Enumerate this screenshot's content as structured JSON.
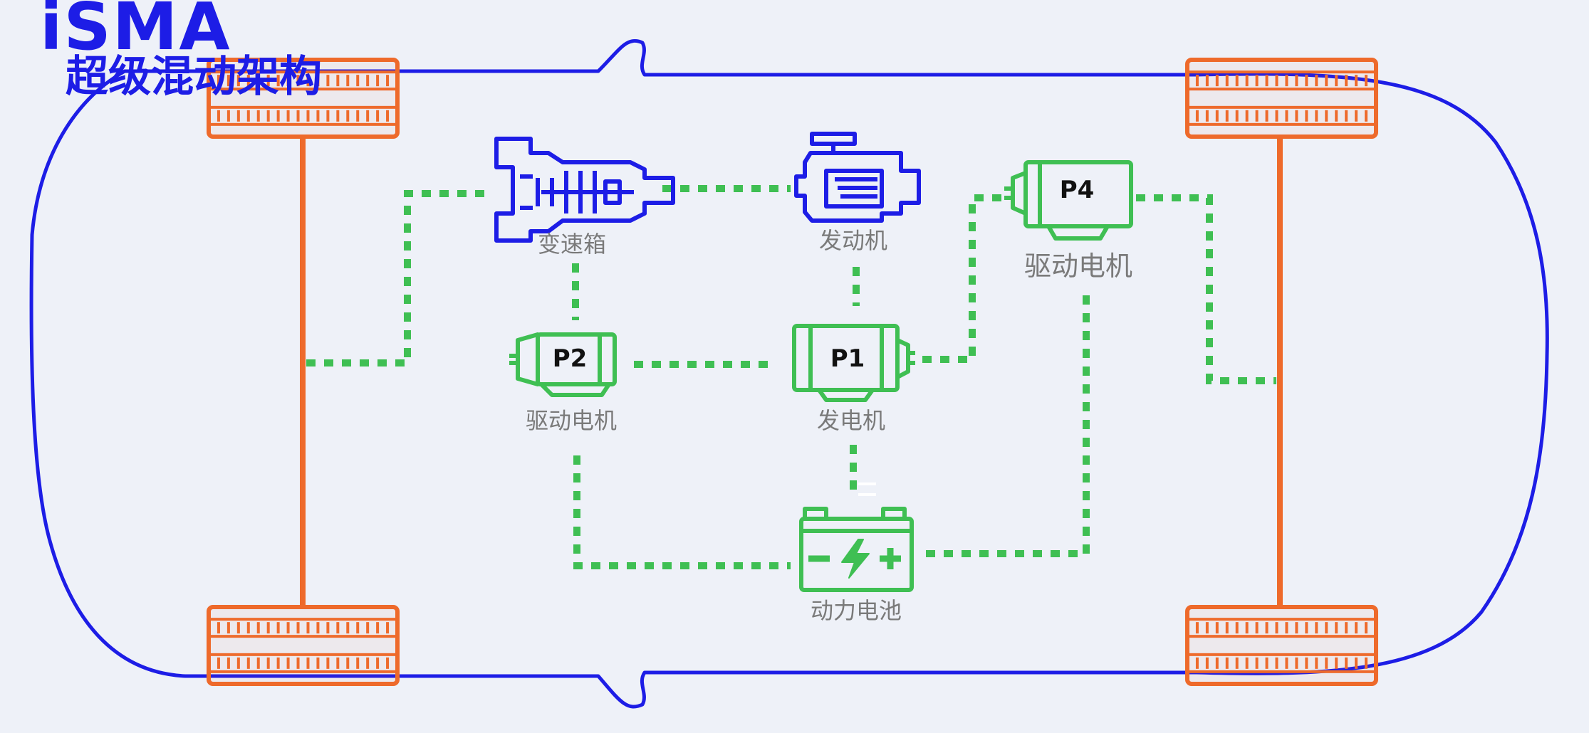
{
  "brand": {
    "title": "iSMA",
    "subtitle": "超级混动架构"
  },
  "components": {
    "gearbox": {
      "label": "变速箱"
    },
    "engine": {
      "label": "发动机"
    },
    "motor_p2": {
      "badge": "P2",
      "label": "驱动电机"
    },
    "generator_p1": {
      "badge": "P1",
      "label": "发电机"
    },
    "motor_p4": {
      "badge": "P4",
      "label": "驱动电机"
    },
    "battery": {
      "label": "动力电池"
    }
  },
  "colors": {
    "car_outline": "#1d1de6",
    "axle_wheels": "#ee6a2b",
    "electric_link": "#3fbf53",
    "background": "#eef1f8"
  },
  "icons": [
    "gearbox-icon",
    "engine-icon",
    "motor-icon",
    "battery-icon",
    "wheel-icon"
  ]
}
